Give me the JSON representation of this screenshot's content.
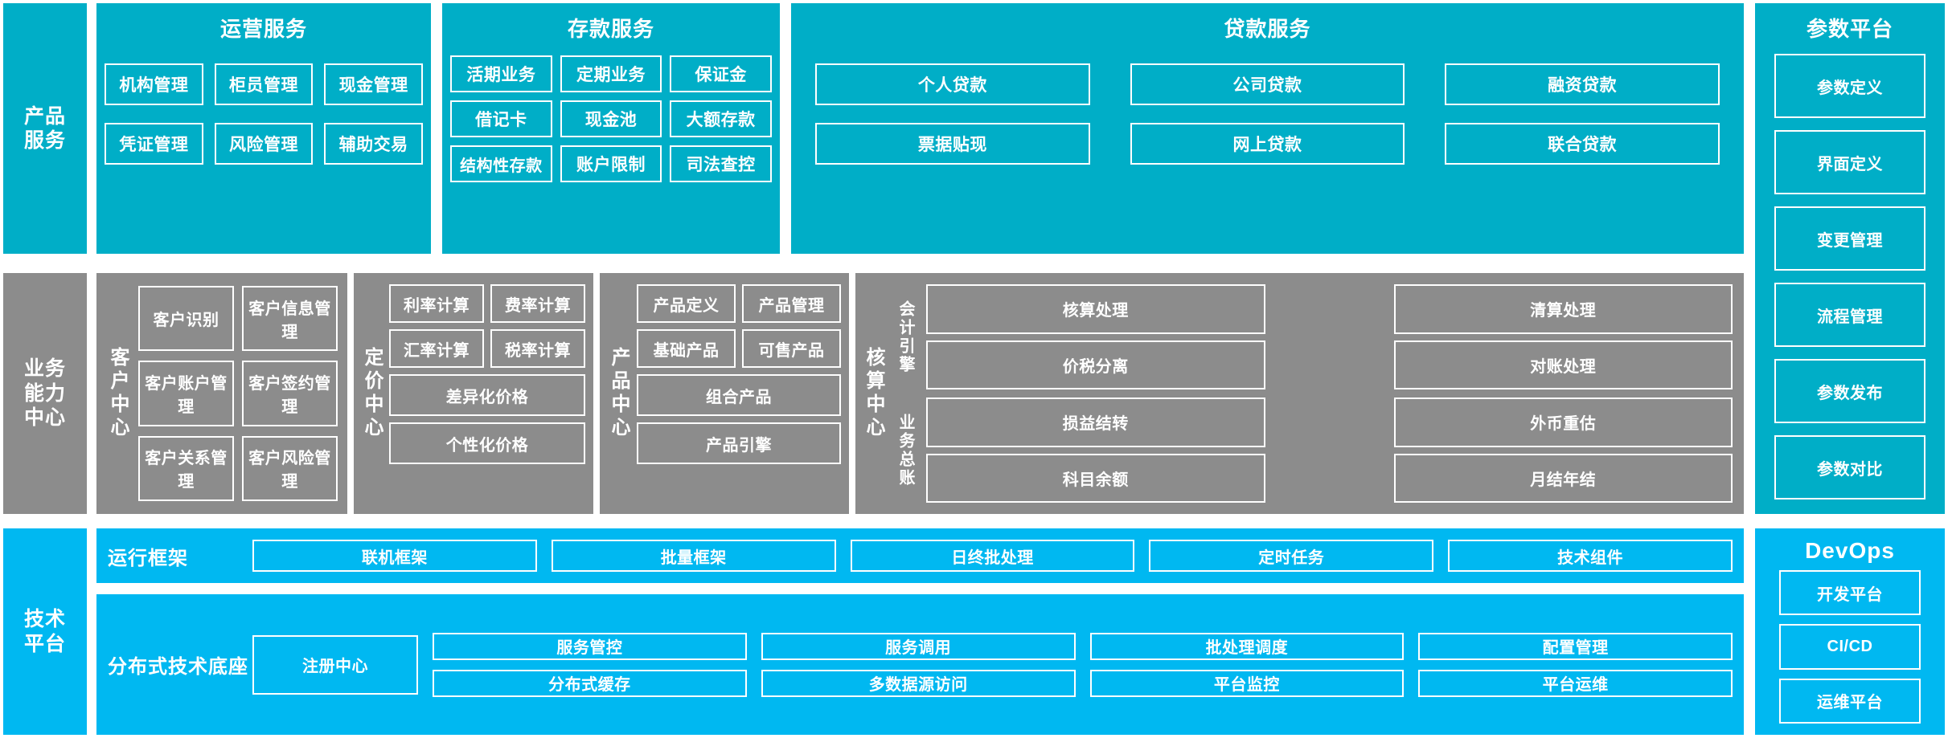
{
  "layers": {
    "product_services": {
      "label": "产品\n服务",
      "label_lines": [
        "产品",
        "服务"
      ],
      "color": "#00AEC7",
      "groups": [
        {
          "title": "运营服务",
          "items": [
            "机构管理",
            "柜员管理",
            "现金管理",
            "凭证管理",
            "风险管理",
            "辅助交易"
          ]
        },
        {
          "title": "存款服务",
          "items": [
            "活期业务",
            "定期业务",
            "保证金",
            "借记卡",
            "现金池",
            "大额存款",
            "结构性存款",
            "账户限制",
            "司法查控"
          ]
        },
        {
          "title": "贷款服务",
          "items": [
            "个人贷款",
            "公司贷款",
            "融资贷款",
            "票据贴现",
            "网上贷款",
            "联合贷款"
          ]
        }
      ]
    },
    "business_capability": {
      "label_lines": [
        "业务",
        "能力",
        "中心"
      ],
      "color": "#8C8C8C",
      "centers": [
        {
          "vlabel": "客户中心",
          "items": [
            "客户识别",
            "客户信息管理",
            "客户账户管理",
            "客户签约管理",
            "客户关系管理",
            "客户风险管理"
          ]
        },
        {
          "vlabel": "定价中心",
          "items": [
            "利率计算",
            "费率计算",
            "汇率计算",
            "税率计算"
          ],
          "wide_items": [
            "差异化价格",
            "个性化价格"
          ]
        },
        {
          "vlabel": "产品中心",
          "items": [
            "产品定义",
            "产品管理",
            "基础产品",
            "可售产品"
          ],
          "wide_items": [
            "组合产品",
            "产品引擎"
          ]
        },
        {
          "vlabel": "核算中心",
          "sub_labels": [
            "会计引擎",
            "业务总账"
          ],
          "items_top": [
            "核算处理",
            "清算处理",
            "价税分离",
            "对账处理"
          ],
          "items_bottom": [
            "损益结转",
            "外币重估",
            "科目余额",
            "月结年结"
          ]
        }
      ]
    },
    "technology_platform": {
      "label_lines": [
        "技术",
        "平台"
      ],
      "color": "#00B8F1",
      "rows": [
        {
          "row_label": "运行框架",
          "items": [
            "联机框架",
            "批量框架",
            "日终批处理",
            "定时任务",
            "技术组件"
          ]
        },
        {
          "row_label": "分布式技术底座",
          "wide_item": "注册中心",
          "items": [
            "服务管控",
            "服务调用",
            "批处理调度",
            "配置管理",
            "分布式缓存",
            "多数据源访问",
            "平台监控",
            "平台运维"
          ]
        }
      ]
    }
  },
  "right_columns": {
    "parameter_platform": {
      "title": "参数平台",
      "color": "#00AEC7",
      "items": [
        "参数定义",
        "界面定义",
        "变更管理",
        "流程管理",
        "参数发布",
        "参数对比"
      ]
    },
    "devops": {
      "title": "DevOps",
      "color": "#00B8F1",
      "items": [
        "开发平台",
        "CI/CD",
        "运维平台"
      ]
    }
  }
}
